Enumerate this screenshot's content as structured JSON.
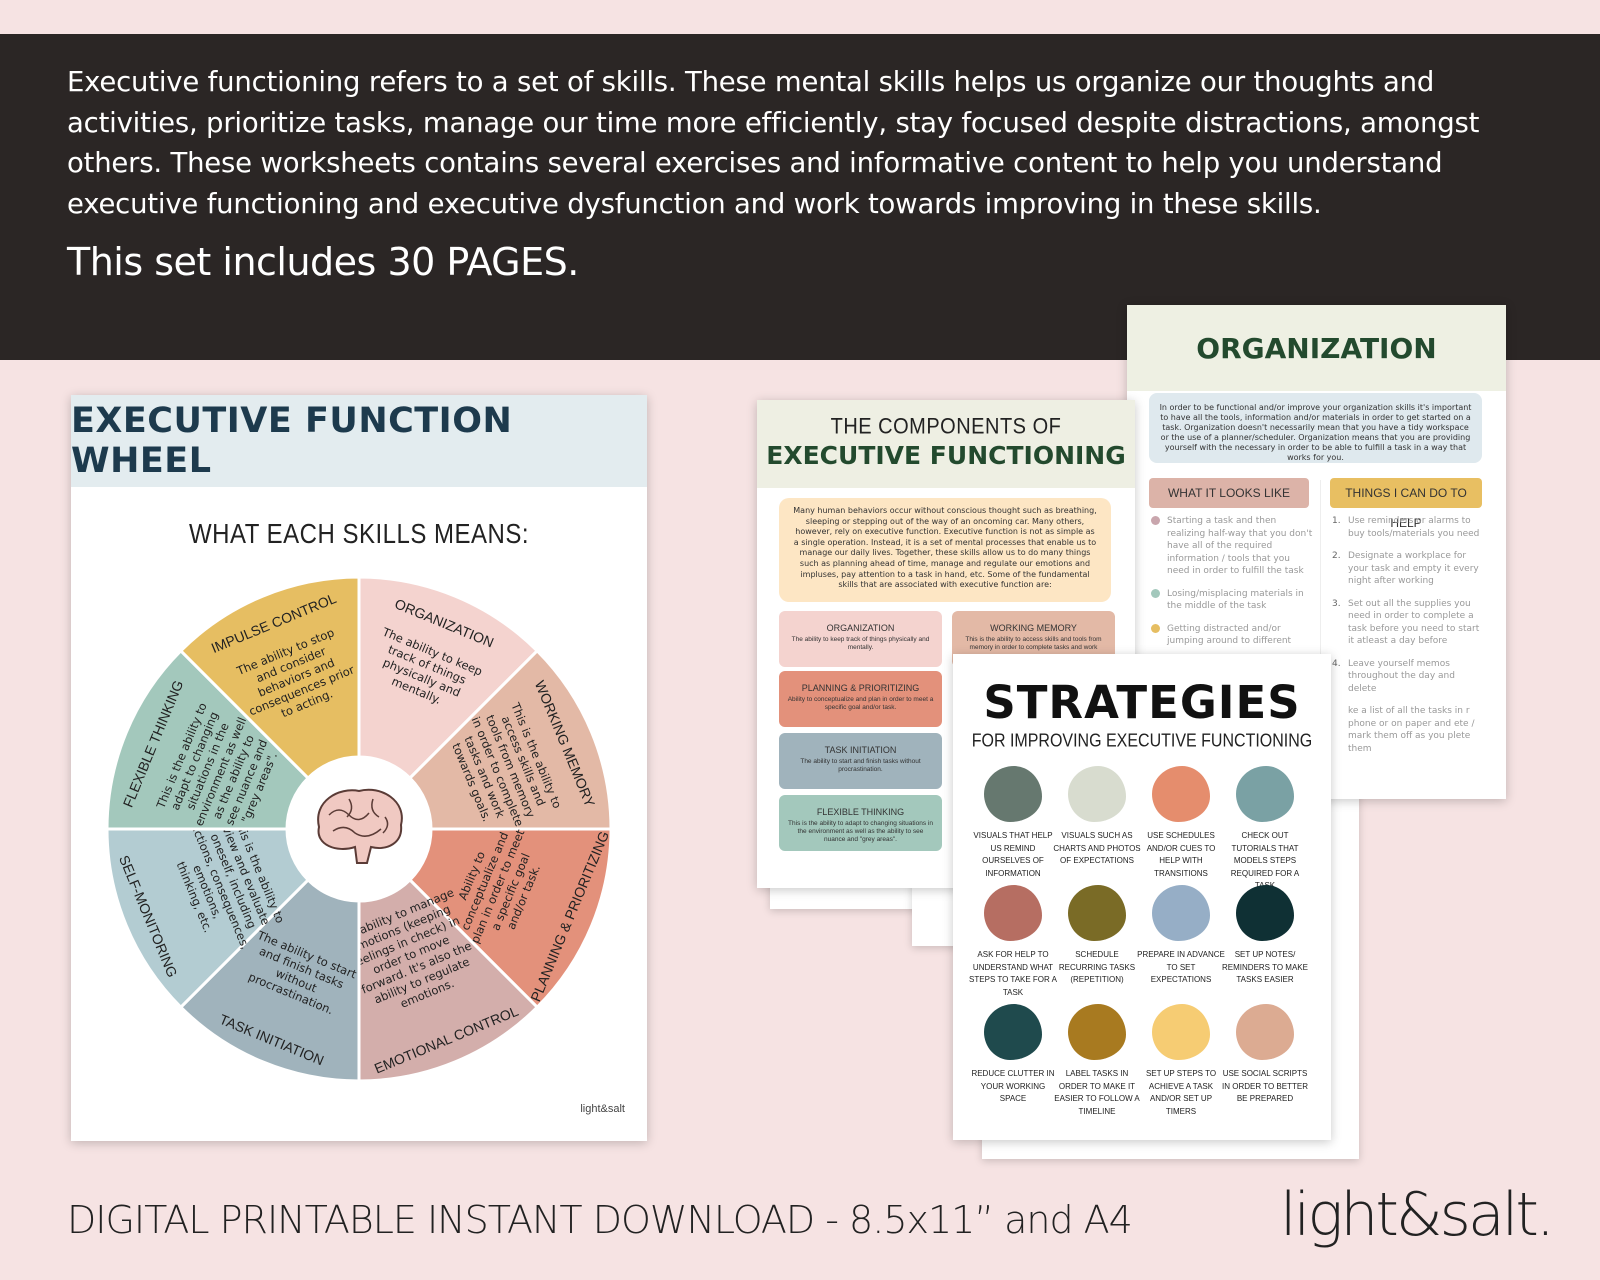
{
  "banner": {
    "intro": "Executive functioning refers to a set of skills. These mental skills helps us organize our thoughts and activities, prioritize tasks, manage our time more efficiently, stay focused despite distractions, amongst others. These worksheets contains several exercises and informative content to help you understand executive functioning and executive dysfunction and work towards improving in these skills.",
    "pages": "This set includes 30 PAGES."
  },
  "wheel": {
    "title": "EXECUTIVE FUNCTION WHEEL",
    "subtitle": "WHAT EACH SKILLS MEANS:",
    "logo": "light&salt",
    "segments": [
      {
        "title": "ORGANIZATION",
        "lines": [
          "The ability to keep",
          "track of things",
          "physically and",
          "mentally."
        ],
        "color": "#f4d3cf"
      },
      {
        "title": "WORKING MEMORY",
        "lines": [
          "This is the ability to",
          "access skills and",
          "tools from memory",
          "in order to complete",
          "tasks and work",
          "towards goals."
        ],
        "color": "#e3b9a6"
      },
      {
        "title": "PLANNING & PRIORITIZING",
        "lines": [
          "Ability to",
          "conceptualize and",
          "plan in order to meet",
          "a specific goal",
          "and/or task."
        ],
        "color": "#e3917b"
      },
      {
        "title": "EMOTIONAL CONTROL",
        "lines": [
          "The ability to manage",
          "emotions (keeping",
          "feelings in check) in",
          "order to move",
          "forward. It's also the",
          "ability to regulate",
          "emotions."
        ],
        "color": "#d3aeab"
      },
      {
        "title": "TASK INITIATION",
        "lines": [
          "The ability to start",
          "and finish tasks",
          "without",
          "procrastination."
        ],
        "color": "#a0b3bc"
      },
      {
        "title": "SELF-MONITORING",
        "lines": [
          "This is the ability to",
          "view and evaluate",
          "oneself, including",
          "actions, consequences,",
          "emotions,",
          "thinking, etc."
        ],
        "color": "#b3ccd2"
      },
      {
        "title": "FLEXIBLE THINKING",
        "lines": [
          "This is the ability to",
          "adapt to changing",
          "situations in the",
          "environment as well",
          "as the ability to",
          "see nuance and",
          "\"grey areas\"."
        ],
        "color": "#a3c8bc"
      },
      {
        "title": "IMPULSE CONTROL",
        "lines": [
          "The ability to stop",
          "and consider",
          "behaviors and",
          "consequences prior",
          "to acting."
        ],
        "color": "#e6be62"
      }
    ]
  },
  "organization": {
    "title": "ORGANIZATION",
    "intro": "In order to be functional and/or improve your organization skills it's important to have all the tools, information and/or materials in order to get started on a task. Organization doesn't necessarily mean that you have a tidy workspace or the use of a planner/scheduler. Organization means that you are providing yourself with the necessary in order to be able to fulfill a task in a way that works for you.",
    "col1": "WHAT IT LOOKS LIKE",
    "col2": "THINGS I CAN DO TO HELP",
    "looks_like": [
      {
        "text": "Starting a task and then realizing half-way that you don't have all of the required information / tools that you need in order to fulfill the task",
        "color": "#c9a6ad"
      },
      {
        "text": "Losing/misplacing materials in the middle of the task",
        "color": "#a3c8bc"
      },
      {
        "text": "Getting distracted and/or jumping around to different",
        "color": "#e6be62"
      }
    ],
    "help": [
      {
        "num": "1.",
        "text": "Use reminders or alarms to buy tools/materials you need"
      },
      {
        "num": "2.",
        "text": "Designate a workplace for your task and empty it every night after working"
      },
      {
        "num": "3.",
        "text": "Set out all the supplies you need in order to complete a task before you need to start it atleast a day before"
      },
      {
        "num": "4.",
        "text": "Leave yourself memos throughout the day and delete"
      },
      {
        "num": "",
        "text": "ke a list of all the tasks in r phone or on paper and ete / mark them off as you plete them"
      }
    ]
  },
  "components": {
    "title_top": "THE COMPONENTS OF",
    "title_main": "EXECUTIVE FUNCTIONING",
    "intro": "Many human behaviors occur without conscious thought such as breathing, sleeping or stepping out of the way of an oncoming car. Many others, however, rely on executive function. Executive function is not as simple as a single operation. Instead, it is a set of mental processes that enable us to manage our daily lives. Together, these skills allow us to do many things such as planning ahead of time, manage and regulate our emotions and impluses, pay attention to a task in hand, etc. Some of the fundamental skills that are associated with executive function are:",
    "tiles": [
      {
        "h": "ORGANIZATION",
        "d": "The ability to keep track of things physically and mentally.",
        "color": "#f4d3cf"
      },
      {
        "h": "WORKING MEMORY",
        "d": "This is the ability to access skills and tools from memory in order to complete tasks and work",
        "color": "#e3b9a6"
      },
      {
        "h": "PLANNING & PRIORITIZING",
        "d": "Ability to conceptualize and plan in order to meet a specific goal and/or task.",
        "color": "#e3917b"
      },
      {
        "h": "TASK INITIATION",
        "d": "The ability to start and finish tasks without procrastination.",
        "color": "#a0b3bc"
      },
      {
        "h": "FLEXIBLE THINKING",
        "d": "This is the ability to adapt to changing situations in the environment as well as the ability to see nuance and \"grey areas\".",
        "color": "#a3c8bc"
      }
    ]
  },
  "strategies": {
    "title": "STRATEGIES",
    "subtitle": "FOR IMPROVING EXECUTIVE FUNCTIONING",
    "items": [
      {
        "label": "VISUALS THAT HELP US REMIND OURSELVES OF INFORMATION",
        "color": "#66786f"
      },
      {
        "label": "VISUALS SUCH AS CHARTS AND PHOTOS OF EXPECTATIONS",
        "color": "#d8dccf"
      },
      {
        "label": "USE SCHEDULES AND/OR CUES TO HELP WITH TRANSITIONS",
        "color": "#e58d6d"
      },
      {
        "label": "CHECK OUT TUTORIALS THAT MODELS STEPS REQUIRED FOR A TASK",
        "color": "#7aa1a4"
      },
      {
        "label": "ASK FOR HELP TO UNDERSTAND WHAT STEPS TO TAKE FOR A TASK",
        "color": "#b66e62"
      },
      {
        "label": "SCHEDULE RECURRING TASKS (REPETITION)",
        "color": "#7a6b26"
      },
      {
        "label": "PREPARE IN ADVANCE TO SET EXPECTATIONS",
        "color": "#96aec6"
      },
      {
        "label": "SET UP NOTES/ REMINDERS TO MAKE TASKS EASIER",
        "color": "#0f3034"
      },
      {
        "label": "REDUCE CLUTTER IN YOUR WORKING SPACE",
        "color": "#1f4a4d"
      },
      {
        "label": "LABEL TASKS IN ORDER TO MAKE IT EASIER TO FOLLOW A TIMELINE",
        "color": "#a87a20"
      },
      {
        "label": "SET UP STEPS TO ACHIEVE A TASK AND/OR SET UP TIMERS",
        "color": "#f6cc73"
      },
      {
        "label": "USE SOCIAL SCRIPTS IN ORDER TO BETTER BE PREPARED",
        "color": "#dcab92"
      }
    ]
  },
  "footer": {
    "tagline": "DIGITAL PRINTABLE INSTANT DOWNLOAD - 8.5x11” and A4",
    "brand": "light&salt."
  }
}
